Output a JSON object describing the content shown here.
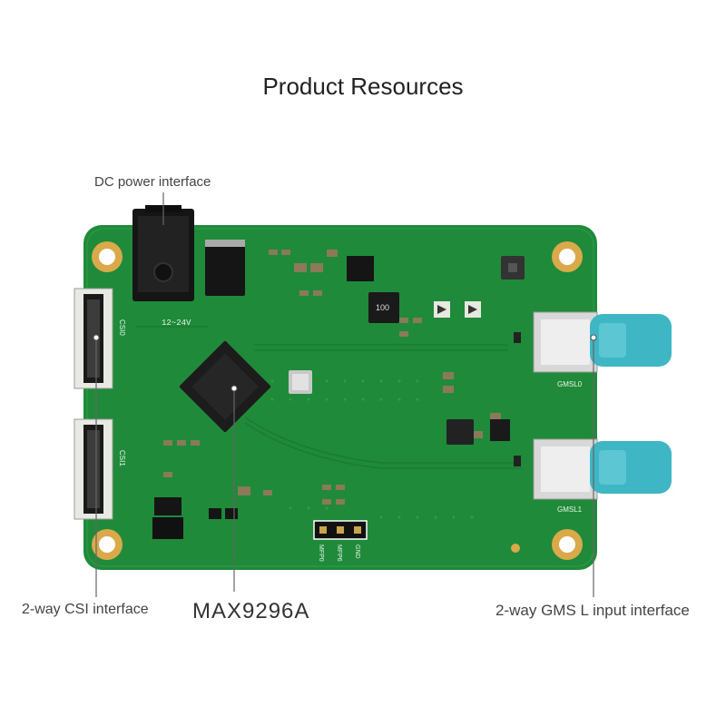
{
  "title": "Product Resources",
  "labels": {
    "dc_power": "DC power interface",
    "csi": "2-way CSI interface",
    "chip": "MAX9296A",
    "gmsl": "2-way GMS L input interface"
  },
  "board_silkscreen": {
    "voltage": "12~24V",
    "csi0": "CSI0",
    "csi1": "CSI1",
    "gmsl0": "GMSL0",
    "gmsl1": "GMSL1",
    "mfp0": "MFP0",
    "mfp6": "MFP6",
    "gnd": "GND",
    "inductor": "100"
  },
  "colors": {
    "pcb": "#1f8a3a",
    "pcb_dark": "#176e2e",
    "connector": "#3fb6c4",
    "hole": "#d9a94a"
  }
}
